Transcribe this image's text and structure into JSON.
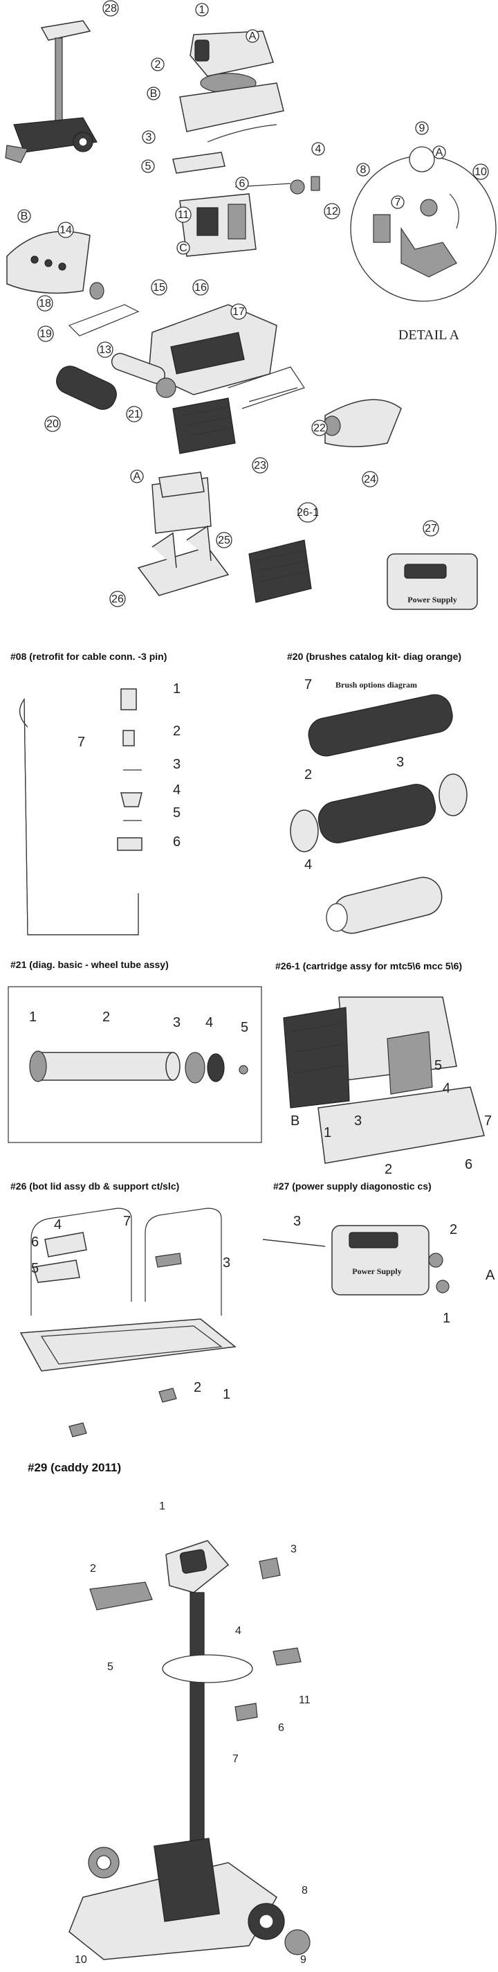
{
  "callouts": {
    "c1": "1",
    "c2": "2",
    "c3": "3",
    "c4": "4",
    "c5": "5",
    "c6": "6",
    "c7": "7",
    "c8": "8",
    "c9": "9",
    "c10": "10",
    "c11": "11",
    "c12": "12",
    "c13": "13",
    "c14": "14",
    "c15": "15",
    "c16": "16",
    "c17": "17",
    "c18": "18",
    "c19": "19",
    "c20": "20",
    "c21": "21",
    "c22": "22",
    "c23": "23",
    "c24": "24",
    "c25": "25",
    "c26": "26",
    "c26_1": "26-1",
    "c27": "27",
    "c28": "28",
    "cA": "A",
    "cB": "B",
    "cC": "C"
  },
  "detail_label": "DETAIL A",
  "sections": {
    "s08": "#08 (retrofit for cable conn. -3 pin)",
    "s20": "#20 (brushes catalog kit- diag orange)",
    "s20_sub": "Brush options diagram",
    "s21": "#21 (diag. basic - wheel tube assy)",
    "s26_1": "#26-1 (cartridge assy for mtc5\\6 mcc 5\\6)",
    "s26": "#26 (bot lid assy db & support ct/slc)",
    "s27": "#27 (power supply diagonostic cs)",
    "s29": "#29   (caddy 2011)"
  },
  "small_labels": {
    "n1": "1",
    "n2": "2",
    "n3": "3",
    "n4": "4",
    "n5": "5",
    "n6": "6",
    "n7": "7",
    "n8": "8",
    "n9": "9",
    "n10": "10",
    "n11": "11",
    "nA": "A",
    "nB": "B"
  },
  "power_supply_text": "Power Supply"
}
